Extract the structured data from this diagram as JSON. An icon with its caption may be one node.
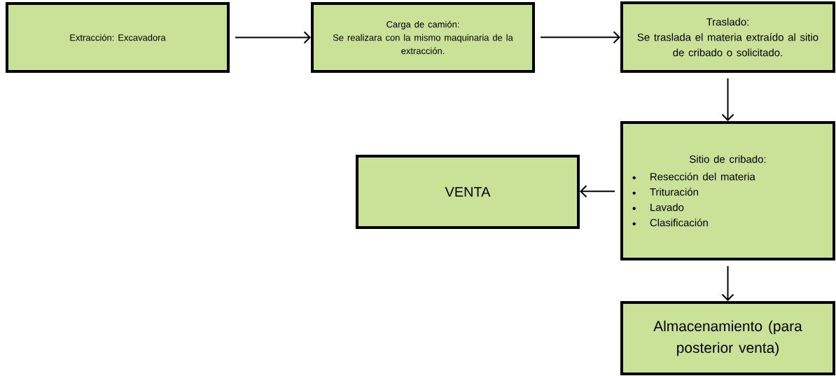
{
  "diagram": {
    "nodes": [
      {
        "text": [
          "Extracción: Excavadora"
        ]
      },
      {
        "text": [
          "Carga de camión:",
          "Se realizara con la mismo maquinaria de la extracción."
        ]
      },
      {
        "text": [
          "Traslado:",
          "Se traslada el materia extraído al sitio de cribado o solicitado."
        ]
      },
      {
        "text": [
          "VENTA"
        ]
      },
      {
        "text": [
          "Sitio de cribado:",
          "Resección del materia",
          "Trituración",
          "Lavado",
          "Clasificación"
        ]
      },
      {
        "text": [
          "Almacenamiento (para posterior venta)"
        ]
      }
    ],
    "edges": [
      {
        "from": 0,
        "to": 1,
        "arrow": "to"
      },
      {
        "from": 1,
        "to": 2,
        "arrow": "to"
      },
      {
        "from": 2,
        "to": 4,
        "arrow": "to"
      },
      {
        "from": 4,
        "to": 3,
        "arrow": "to"
      },
      {
        "from": 4,
        "to": 5,
        "arrow": "to"
      }
    ]
  }
}
